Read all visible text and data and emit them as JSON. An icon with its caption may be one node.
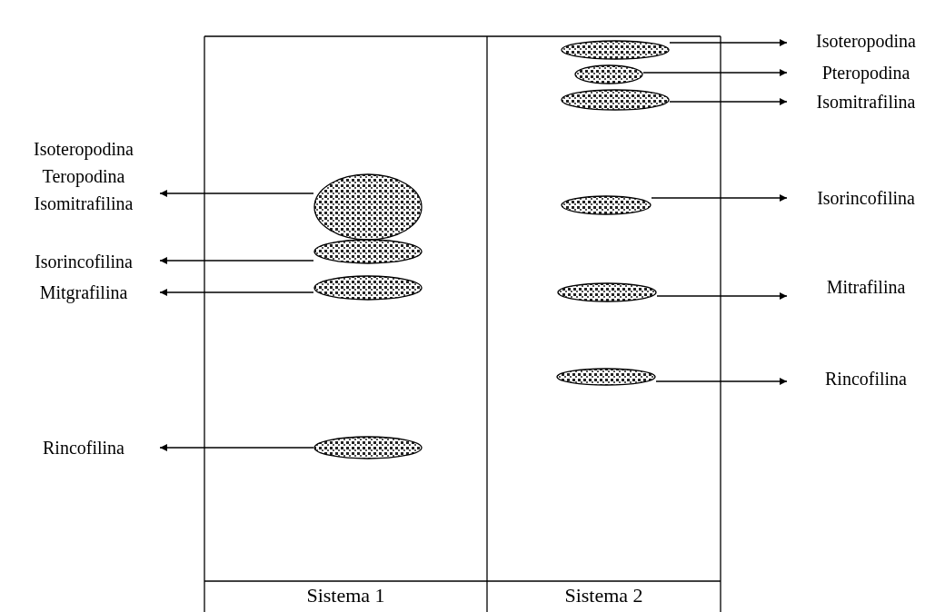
{
  "diagram": {
    "nodes": [
      {
        "text": [
          "Isoteropodina",
          "Teropodina",
          "Isomitrafilina"
        ]
      },
      {
        "text": [],
        "shape": "ellipse"
      },
      {
        "text": [
          "Isorincofilina"
        ]
      },
      {
        "text": [],
        "shape": "ellipse"
      },
      {
        "text": [
          "Mitgrafilina"
        ]
      },
      {
        "text": [],
        "shape": "ellipse"
      },
      {
        "text": [
          "Rincofilina"
        ]
      },
      {
        "text": [],
        "shape": "ellipse"
      },
      {
        "text": [],
        "shape": "ellipse"
      },
      {
        "text": [
          "Isoteropodina"
        ]
      },
      {
        "text": [],
        "shape": "ellipse"
      },
      {
        "text": [
          "Pteropodina"
        ]
      },
      {
        "text": [],
        "shape": "ellipse"
      },
      {
        "text": [
          "Isomitrafilina"
        ]
      },
      {
        "text": [],
        "shape": "ellipse"
      },
      {
        "text": [
          "Isorincofilina"
        ]
      },
      {
        "text": [],
        "shape": "ellipse"
      },
      {
        "text": [
          "Mitrafilina"
        ]
      },
      {
        "text": [],
        "shape": "ellipse"
      },
      {
        "text": [
          "Rincofilina"
        ]
      }
    ],
    "edges": [
      {
        "from": 1,
        "to": 0,
        "arrow": "to"
      },
      {
        "from": 3,
        "to": 2,
        "arrow": "to"
      },
      {
        "from": 5,
        "to": 4,
        "arrow": "to"
      },
      {
        "from": 7,
        "to": 6,
        "arrow": "to"
      },
      {
        "from": 8,
        "to": 9,
        "arrow": "to"
      },
      {
        "from": 10,
        "to": 11,
        "arrow": "to"
      },
      {
        "from": 12,
        "to": 13,
        "arrow": "to"
      },
      {
        "from": 14,
        "to": 15,
        "arrow": "to"
      },
      {
        "from": 16,
        "to": 17,
        "arrow": "to"
      },
      {
        "from": 18,
        "to": 19,
        "arrow": "to"
      }
    ],
    "labels": [
      "Sistema 1",
      "Sistema 2"
    ]
  }
}
